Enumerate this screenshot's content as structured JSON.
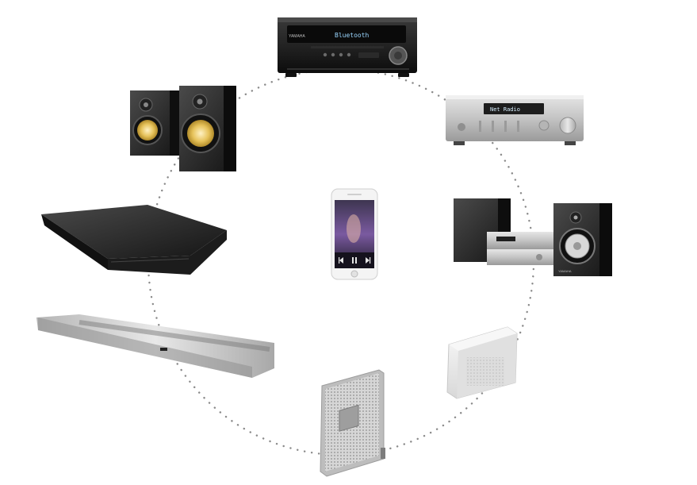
{
  "scene": {
    "arrangement": "devices arranged in a circle around a smartphone",
    "ring_style": "dotted",
    "colors": {
      "background": "#ffffff",
      "ring_dots": "#8a8a8a",
      "black_finish": "#1a1a1a",
      "silver_finish": "#c9c9c9",
      "white_finish": "#eeeeee",
      "speaker_cone": "#e0b94a",
      "phone_screen_accent": "#7a5aa0"
    }
  },
  "devices": {
    "av_receiver": {
      "brand": "YAMAHA",
      "display": "Bluetooth"
    },
    "network_receiver": {
      "display": "Net Radio"
    },
    "phone": {
      "icons": [
        "prev-icon",
        "pause-icon",
        "next-icon"
      ]
    },
    "hifi_system": {
      "brand": "YAMAHA"
    }
  }
}
